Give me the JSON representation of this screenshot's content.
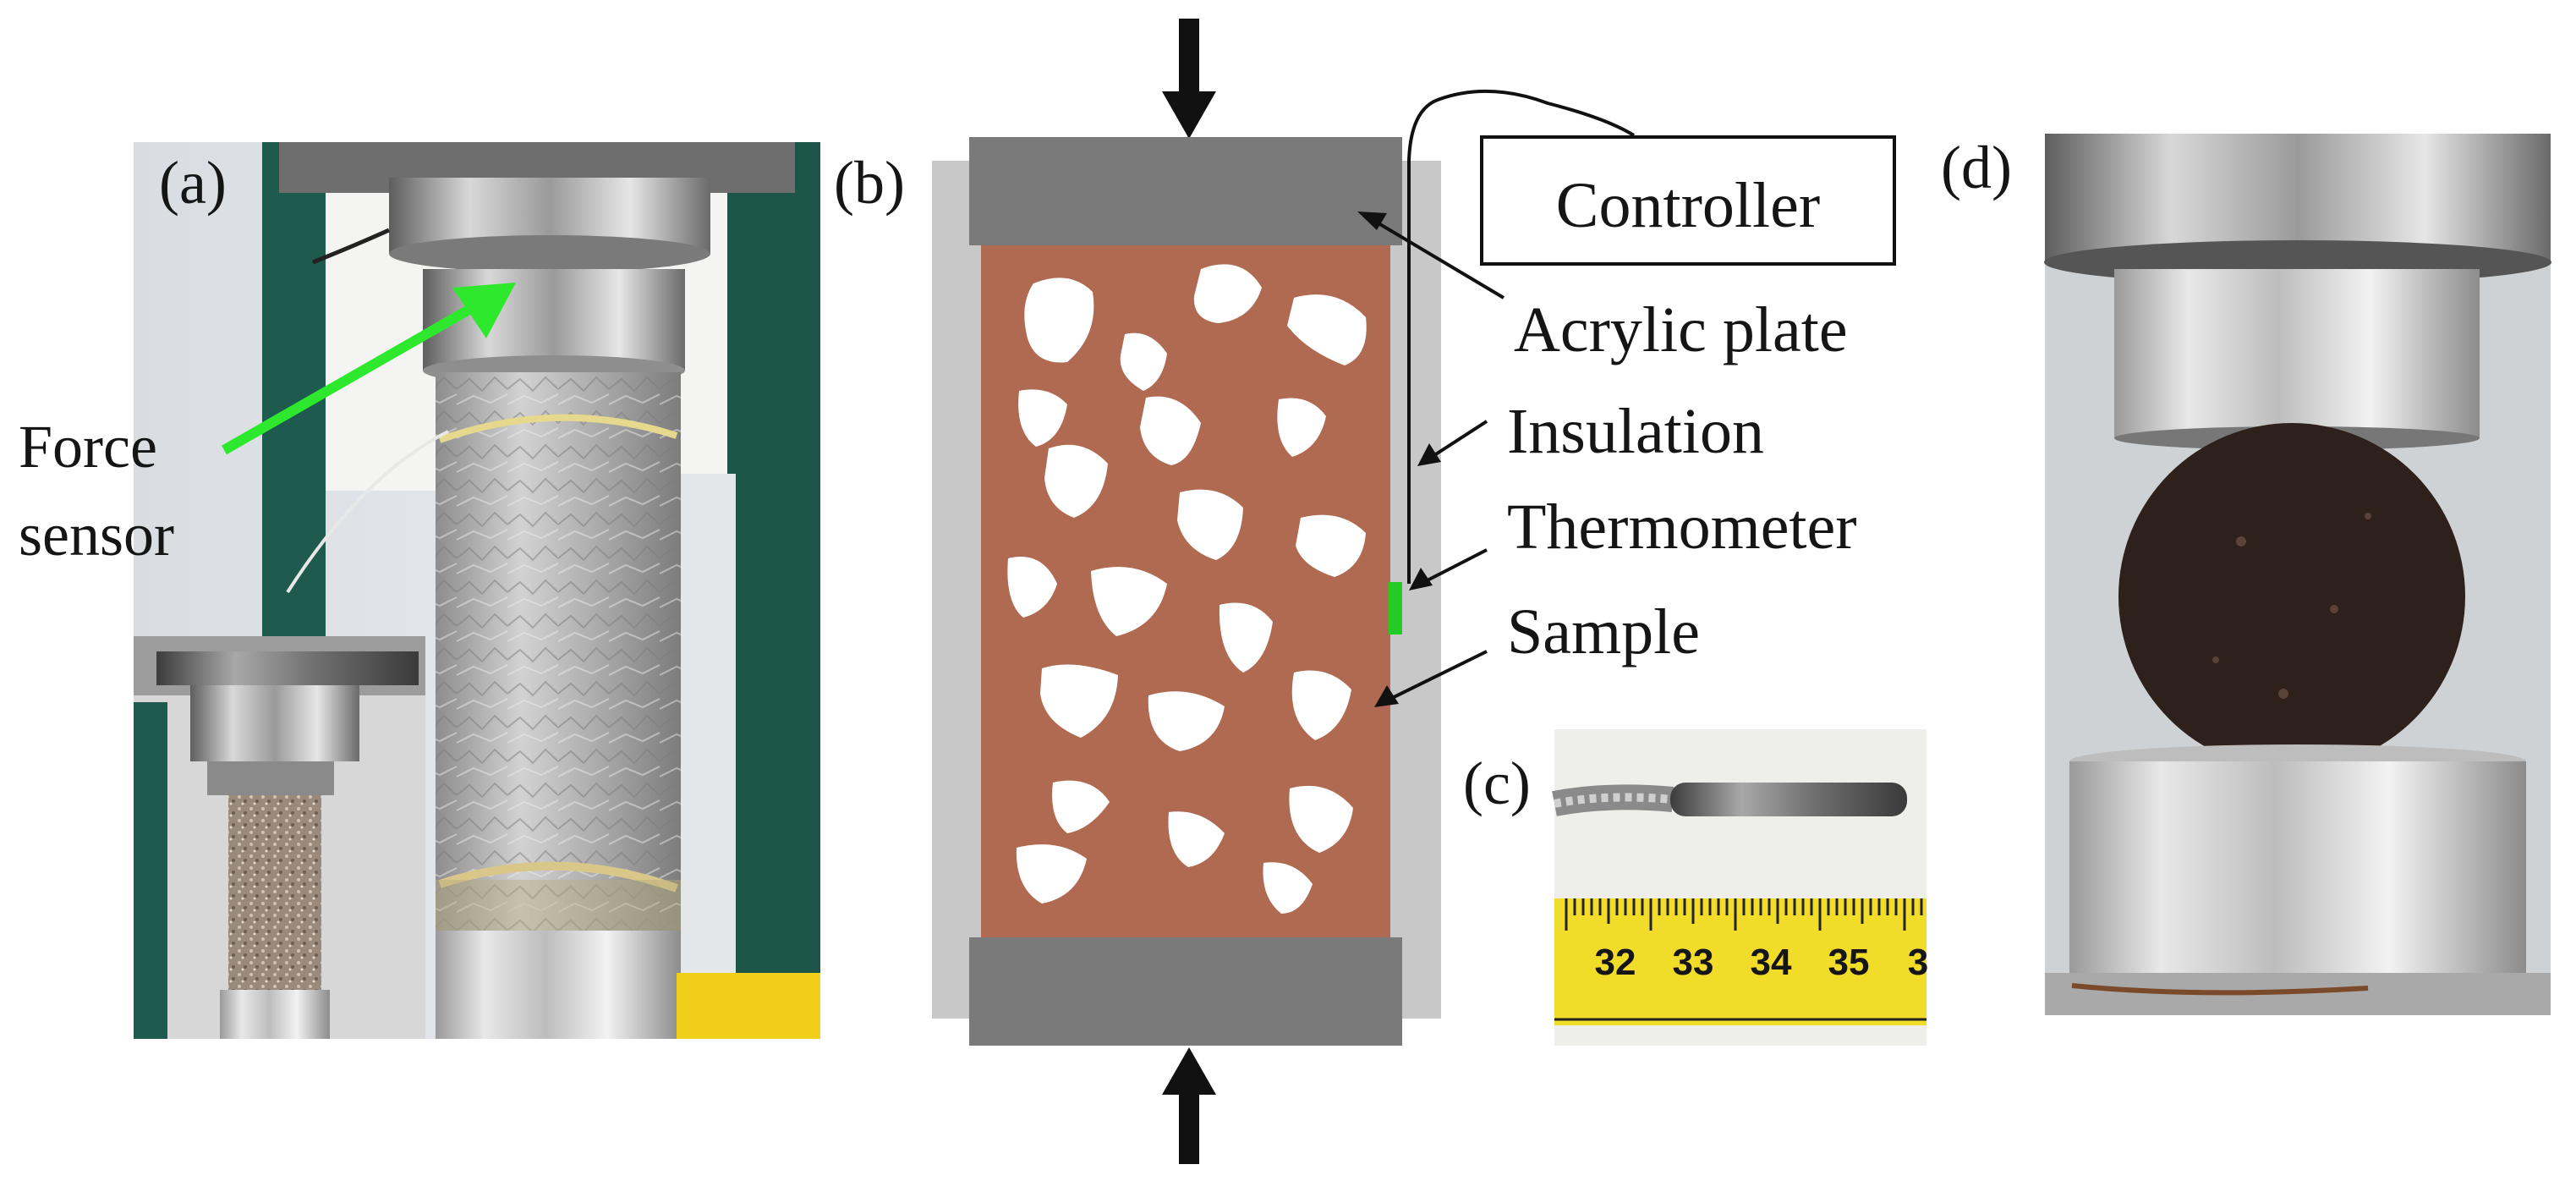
{
  "panels": {
    "a": {
      "label": "(a)",
      "force_sensor_line1": "Force",
      "force_sensor_line2": "sensor"
    },
    "b": {
      "label": "(b)",
      "controller": "Controller",
      "acrylic_plate": "Acrylic plate",
      "insulation": "Insulation",
      "thermometer": "Thermometer",
      "sample": "Sample"
    },
    "c": {
      "label": "(c)",
      "ruler_ticks": [
        "32",
        "33",
        "34",
        "35",
        "3"
      ]
    },
    "d": {
      "label": "(d)"
    }
  },
  "colors": {
    "sample_fill": "#b06a52",
    "plate_gray": "#7a7a7a",
    "insulation_gray": "#c8c8c8",
    "thermometer_green": "#22cc22",
    "force_arrow_green": "#2ee82e",
    "ruler_yellow": "#f2dc2a"
  }
}
